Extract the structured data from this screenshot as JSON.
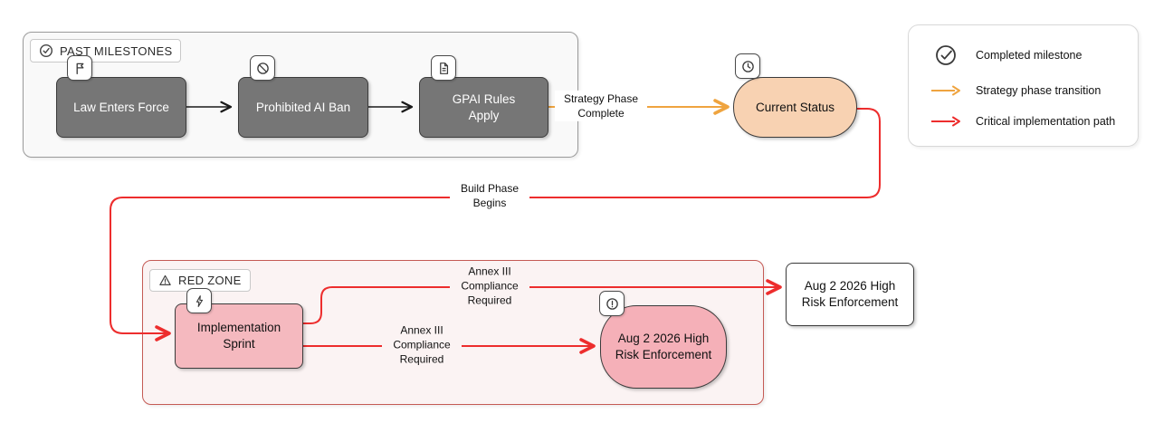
{
  "diagram": {
    "past_milestones": {
      "title": "PAST MILESTONES",
      "nodes": [
        {
          "label": "Law Enters Force",
          "icon": "flag-icon"
        },
        {
          "label": "Prohibited AI Ban",
          "icon": "prohibited-icon"
        },
        {
          "label": "GPAI Rules Apply",
          "icon": "document-icon"
        }
      ]
    },
    "current_status": {
      "label": "Current Status",
      "icon": "clock-icon"
    },
    "red_zone": {
      "title": "RED ZONE",
      "nodes": [
        {
          "label": "Implementation Sprint",
          "icon": "lightning-icon"
        },
        {
          "label": "Aug 2 2026 High Risk Enforcement",
          "icon": "alert-icon"
        }
      ]
    },
    "external_node": {
      "label": "Aug 2 2026 High Risk Enforcement"
    },
    "edge_labels": {
      "strategy": "Strategy Phase Complete",
      "build": "Build Phase Begins",
      "annex_upper": "Annex III Compliance Required",
      "annex_lower": "Annex III Compliance Required"
    },
    "colors": {
      "strategy_edge": "#efa43f",
      "critical_edge": "#ed2d2d",
      "black_edge": "#1a1a1a",
      "completed_node_fill": "#767676",
      "current_node_fill": "#f8d2b2",
      "risk_node_fill": "#f5b4bb",
      "red_zone_fill": "#fbf3f3",
      "red_zone_border": "#c55b55"
    }
  },
  "legend": {
    "items": [
      {
        "icon": "check-circle-icon",
        "label": "Completed milestone"
      },
      {
        "icon": "strategy-arrow-icon",
        "label": "Strategy phase transition"
      },
      {
        "icon": "critical-arrow-icon",
        "label": "Critical implementation path"
      }
    ]
  }
}
